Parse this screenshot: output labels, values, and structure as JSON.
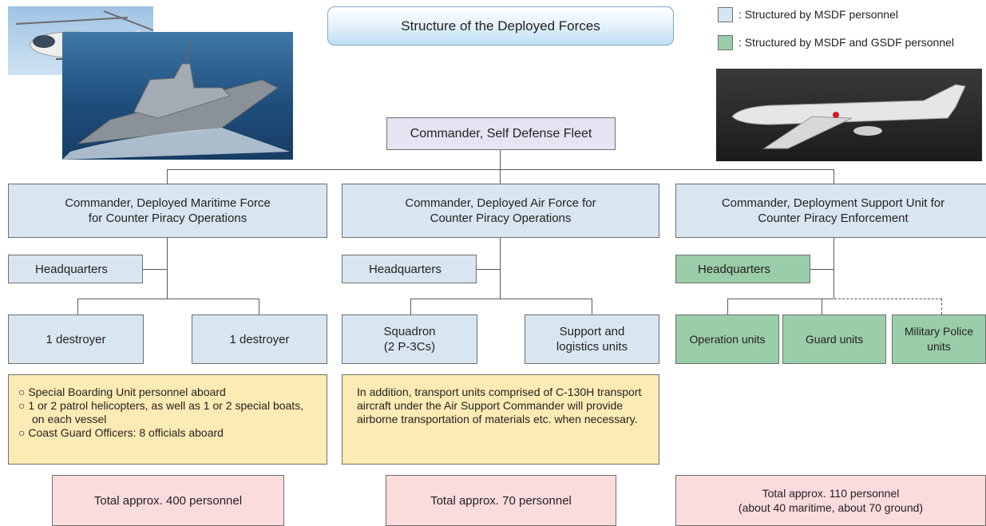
{
  "title": "Structure of the Deployed Forces",
  "legend": [
    {
      "label": ": Structured by MSDF personnel",
      "color": "#d8e6f1"
    },
    {
      "label": ": Structured by MSDF and GSDF personnel",
      "color": "#9acda9"
    }
  ],
  "photos": {
    "helicopter": "helicopter-photo",
    "destroyer": "destroyer-photo",
    "aircraft": "p3c-aircraft-photo"
  },
  "top": {
    "label": "Commander, Self Defense Fleet"
  },
  "columns": [
    {
      "commander": "Commander, Deployed Maritime Force\nfor Counter Piracy Operations",
      "headquarters": "Headquarters",
      "units": [
        "1 destroyer",
        "1 destroyer"
      ],
      "notes": [
        "○ Special Boarding Unit personnel aboard",
        "○ 1 or 2 patrol helicopters, as well as 1 or 2 special boats, on each vessel",
        "○ Coast Guard Officers: 8 officials aboard"
      ],
      "total": "Total approx. 400 personnel"
    },
    {
      "commander": "Commander, Deployed Air Force for\nCounter  Piracy Operations",
      "headquarters": "Headquarters",
      "units": [
        "Squadron\n(2 P-3Cs)",
        "Support and\nlogistics units"
      ],
      "note": "In addition, transport units comprised of C-130H transport aircraft under the Air Support Commander will provide airborne transportation of materials etc. when necessary.",
      "total": "Total approx. 70 personnel"
    },
    {
      "commander": "Commander, Deployment Support Unit for\nCounter Piracy Enforcement",
      "headquarters": "Headquarters",
      "units": [
        "Operation units",
        "Guard units",
        "Military Police\nunits"
      ],
      "total": "Total approx. 110 personnel\n(about 40 maritime, about 70 ground)"
    }
  ]
}
